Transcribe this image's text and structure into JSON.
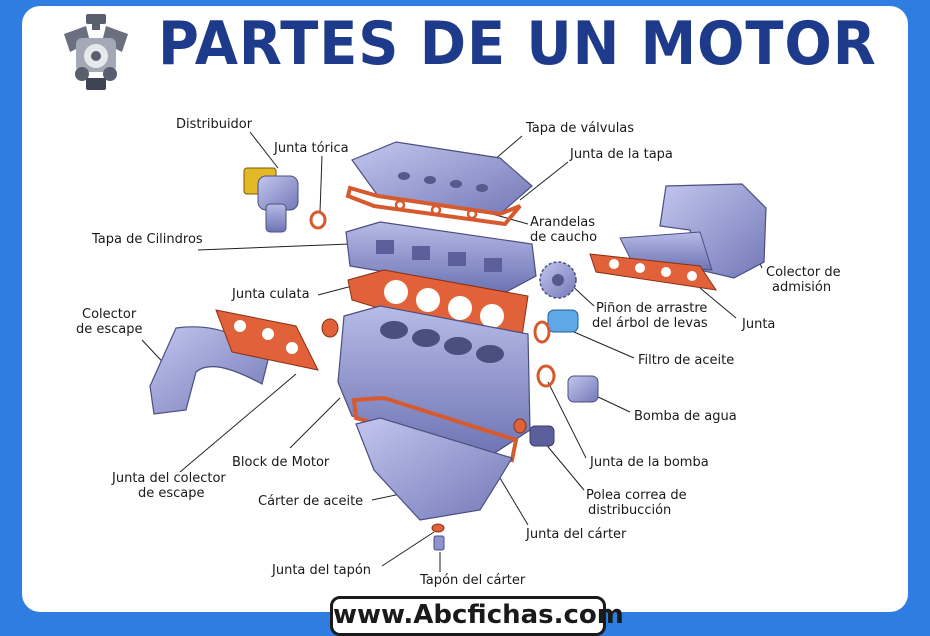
{
  "header": {
    "title": "PARTES DE UN MOTOR",
    "icon": "engine-icon"
  },
  "labels": {
    "distribuidor": "Distribuidor",
    "junta_torica": "Junta tórica",
    "tapa_valvulas": "Tapa de válvulas",
    "junta_tapa": "Junta de la tapa",
    "arandelas_1": "Arandelas",
    "arandelas_2": "de caucho",
    "tapa_cilindros": "Tapa de Cilindros",
    "colector_admision_1": "Colector de",
    "colector_admision_2": "admisión",
    "junta_culata": "Junta culata",
    "pinon_1": "Piñon de arrastre",
    "pinon_2": "del árbol de levas",
    "junta": "Junta",
    "colector_escape_1": "Colector",
    "colector_escape_2": "de escape",
    "filtro_aceite": "Filtro de aceite",
    "bomba_agua": "Bomba de agua",
    "block_motor": "Block de Motor",
    "junta_bomba": "Junta de la bomba",
    "junta_colector_1": "Junta del colector",
    "junta_colector_2": "de escape",
    "polea_1": "Polea correa de",
    "polea_2": "distribucción",
    "carter_aceite": "Cárter de aceite",
    "junta_carter": "Junta del cárter",
    "junta_tapon": "Junta del tapón",
    "tapon_carter": "Tapón del cárter"
  },
  "footer": {
    "website": "www.Abcfichas.com"
  },
  "colors": {
    "background": "#2f7de1",
    "title": "#1e3a8a",
    "metal": "#8d93cf",
    "gasket": "#e0613a"
  }
}
